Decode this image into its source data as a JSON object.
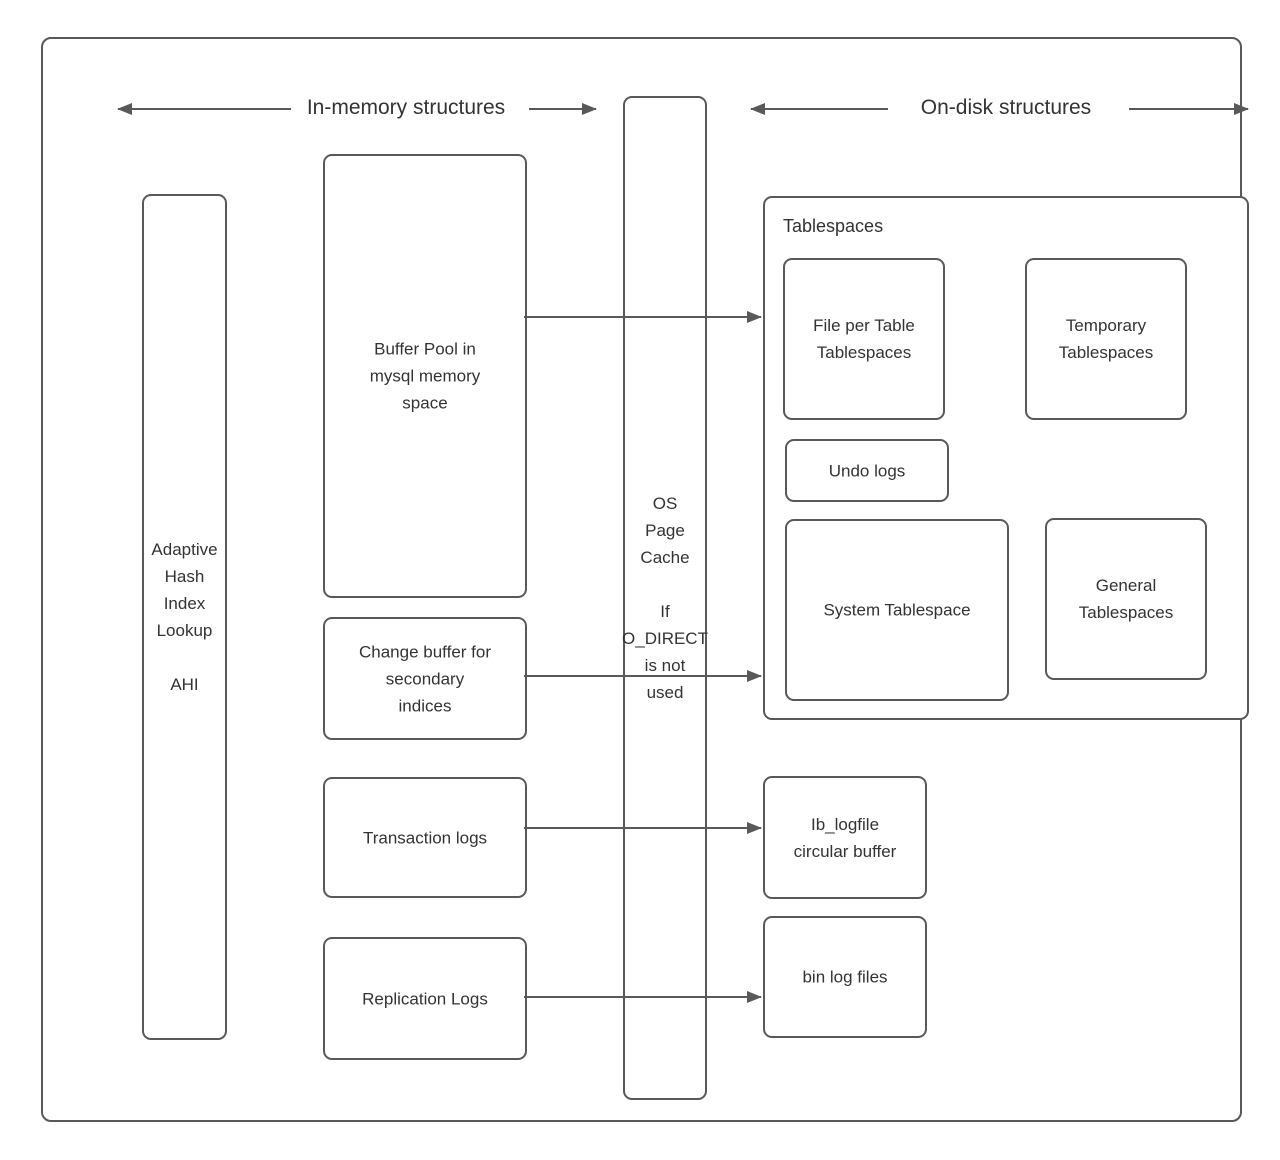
{
  "headers": {
    "in_memory": "In-memory structures",
    "on_disk": "On-disk structures"
  },
  "nodes": {
    "ahi": "Adaptive\nHash\nIndex\nLookup\n\nAHI",
    "buffer_pool": "Buffer Pool in\nmysql memory\nspace",
    "change_buffer": "Change buffer for\nsecondary\nindices",
    "transaction_logs": "Transaction logs",
    "replication_logs": "Replication Logs",
    "os_page_cache": "OS\nPage\nCache\n\nIf\nO_DIRECT\nis not\nused",
    "tablespaces_title": "Tablespaces",
    "file_per_table": "File per Table\nTablespaces",
    "temporary_tablespaces": "Temporary\nTablespaces",
    "undo_logs": "Undo logs",
    "system_tablespace": "System Tablespace",
    "general_tablespaces": "General\nTablespaces",
    "ib_logfile": "Ib_logfile\ncircular buffer",
    "bin_log_files": "bin log files"
  },
  "colors": {
    "stroke": "#595959",
    "text": "#333333",
    "background": "#ffffff"
  }
}
